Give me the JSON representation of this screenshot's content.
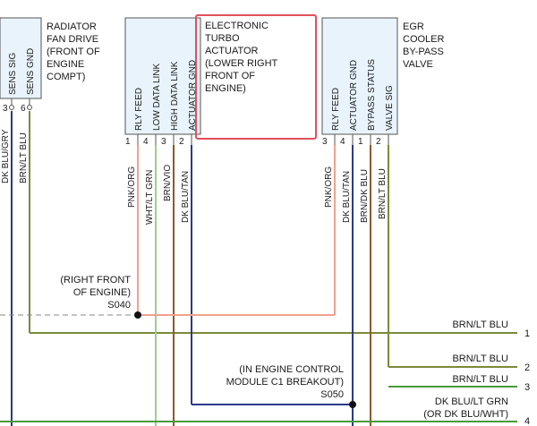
{
  "left_connector": {
    "description": [
      "RADIATOR",
      "FAN DRIVE",
      "(FRONT OF",
      "ENGINE",
      "COMPT)"
    ],
    "pins": [
      {
        "label": "SENS SIG",
        "number": "3",
        "wire": "DK BLU/GRY"
      },
      {
        "label": "SENS GND",
        "number": "6",
        "wire": "BRN/LT BLU"
      }
    ]
  },
  "turbo_connector": {
    "description": [
      "ELECTRONIC",
      "TURBO",
      "ACTUATOR",
      "(LOWER RIGHT",
      "FRONT OF",
      "ENGINE)"
    ],
    "pins": [
      {
        "label": "RLY FEED",
        "number": "1",
        "wire": "PNK/ORG"
      },
      {
        "label": "LOW DATA LINK",
        "number": "4",
        "wire": "WHT/LT GRN"
      },
      {
        "label": "HIGH DATA LINK",
        "number": "3",
        "wire": "BRN/VIO"
      },
      {
        "label": "ACTUATOR GND",
        "number": "2",
        "wire": "DK BLU/TAN"
      }
    ]
  },
  "egr_connector": {
    "description": [
      "EGR",
      "COOLER",
      "BY-PASS",
      "VALVE"
    ],
    "pins": [
      {
        "label": "RLY FEED",
        "number": "3",
        "wire": "PNK/ORG"
      },
      {
        "label": "ACTUATOR GND",
        "number": "4",
        "wire": "DK BLU/TAN"
      },
      {
        "label": "BYPASS STATUS",
        "number": "1",
        "wire": "BRN/DK BLU"
      },
      {
        "label": "VALVE SIG",
        "number": "2",
        "wire": "BRN/LT BLU"
      }
    ]
  },
  "splices": [
    {
      "id": "S040",
      "note": [
        "(RIGHT FRONT",
        "OF ENGINE)"
      ]
    },
    {
      "id": "S050",
      "note": [
        "(IN ENGINE CONTROL",
        "MODULE C1 BREAKOUT)"
      ]
    }
  ],
  "right_wires": [
    {
      "label": "BRN/LT BLU",
      "number": "1"
    },
    {
      "label": "BRN/LT BLU",
      "number": "2"
    },
    {
      "label": "BRN/LT BLU",
      "number": "3"
    },
    {
      "label": "DK BLU/LT GRN",
      "sublabel": "(OR DK BLU/WHT)",
      "number": "4"
    }
  ],
  "colors": {
    "highlight": "#e0505a",
    "box_fill": "#e8f3fb",
    "pink_orange": "#f0a090",
    "dark_blue": "#2a3a8a",
    "brown": "#8b5a2b",
    "lt_green": "#9bd08a",
    "green": "#4a9a3a",
    "brown_green": "#7a8a3a"
  }
}
